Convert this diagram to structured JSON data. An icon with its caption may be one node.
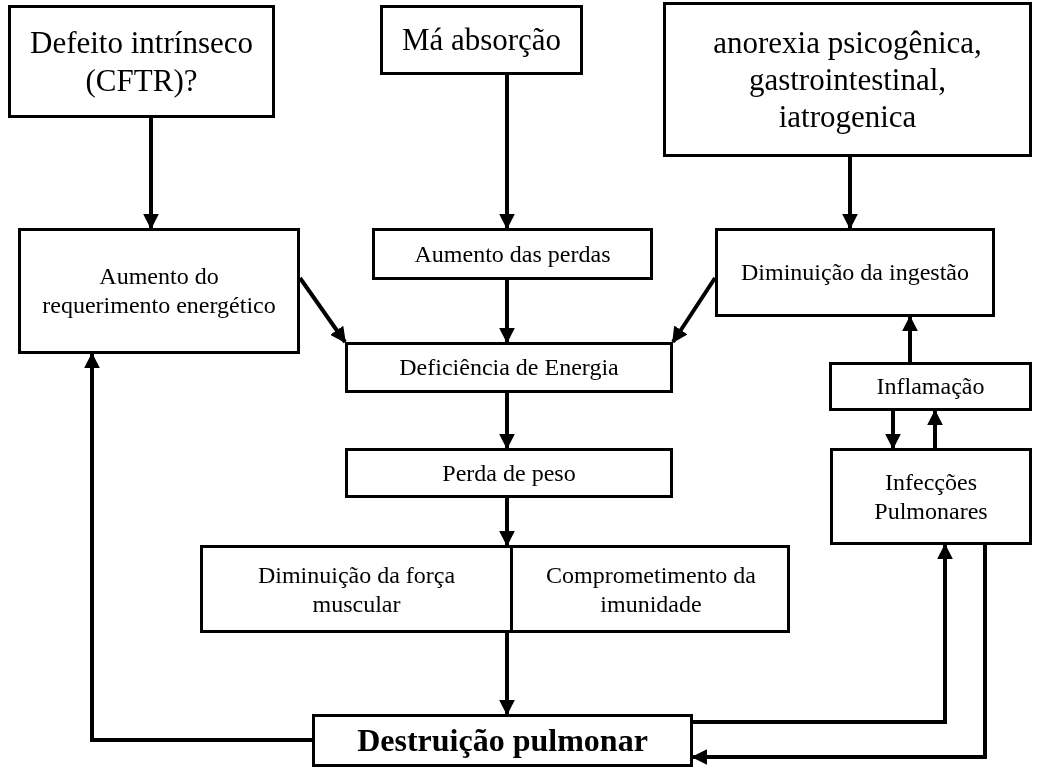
{
  "diagram": {
    "nodes": [
      {
        "text": [
          "Defeito intrínseco (CFTR)?"
        ]
      },
      {
        "text": [
          "Má absorção"
        ]
      },
      {
        "text": [
          "anorexia psicogênica, gastrointestinal, iatrogenica"
        ]
      },
      {
        "text": [
          "Aumento do requerimento energético"
        ]
      },
      {
        "text": [
          "Aumento das perdas"
        ]
      },
      {
        "text": [
          "Diminuição da ingestão"
        ]
      },
      {
        "text": [
          "Deficiência de Energia"
        ]
      },
      {
        "text": [
          "Perda de peso"
        ]
      },
      {
        "text": [],
        "shape": "box"
      },
      {
        "text": [
          "Diminuição da força muscular"
        ],
        "in": 8
      },
      {
        "text": [
          "Comprometimento da imunidade"
        ],
        "in": 8
      },
      {
        "text": [
          "Inflamação"
        ]
      },
      {
        "text": [
          "Infecções Pulmonares"
        ]
      },
      {
        "text": [
          "Destruição pulmonar"
        ]
      }
    ],
    "edges": [
      {
        "from": 0,
        "to": 3,
        "arrow": "to"
      },
      {
        "from": 1,
        "to": 4,
        "arrow": "to"
      },
      {
        "from": 2,
        "to": 5,
        "arrow": "to"
      },
      {
        "from": 3,
        "to": 6,
        "arrow": "to"
      },
      {
        "from": 4,
        "to": 6,
        "arrow": "to"
      },
      {
        "from": 5,
        "to": 6,
        "arrow": "to"
      },
      {
        "from": 6,
        "to": 7,
        "arrow": "to"
      },
      {
        "from": 7,
        "to": 8,
        "arrow": "to"
      },
      {
        "from": 8,
        "to": 13,
        "arrow": "to"
      },
      {
        "from": 13,
        "to": 3,
        "arrow": "to"
      },
      {
        "from": 13,
        "to": 12,
        "arrow": "to"
      },
      {
        "from": 12,
        "to": 13,
        "arrow": "to"
      },
      {
        "from": 11,
        "to": 12,
        "arrow": "to"
      },
      {
        "from": 12,
        "to": 11,
        "arrow": "to"
      },
      {
        "from": 11,
        "to": 5,
        "arrow": "to"
      }
    ]
  }
}
